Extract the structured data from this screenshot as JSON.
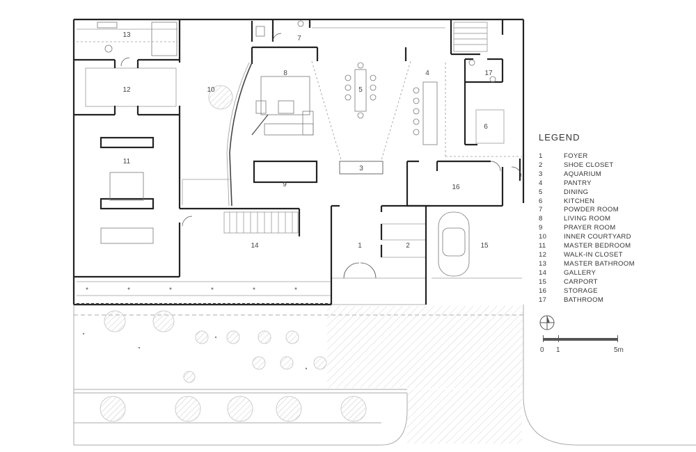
{
  "legend": {
    "title": "LEGEND",
    "items": [
      {
        "num": "1",
        "label": "FOYER"
      },
      {
        "num": "2",
        "label": "SHOE CLOSET"
      },
      {
        "num": "3",
        "label": "AQUARIUM"
      },
      {
        "num": "4",
        "label": "PANTRY"
      },
      {
        "num": "5",
        "label": "DINING"
      },
      {
        "num": "6",
        "label": "KITCHEN"
      },
      {
        "num": "7",
        "label": "POWDER ROOM"
      },
      {
        "num": "8",
        "label": "LIVING ROOM"
      },
      {
        "num": "9",
        "label": "PRAYER ROOM"
      },
      {
        "num": "10",
        "label": "INNER COURTYARD"
      },
      {
        "num": "11",
        "label": "MASTER BEDROOM"
      },
      {
        "num": "12",
        "label": "WALK-IN CLOSET"
      },
      {
        "num": "13",
        "label": "MASTER BATHROOM"
      },
      {
        "num": "14",
        "label": "GALLERY"
      },
      {
        "num": "15",
        "label": "CARPORT"
      },
      {
        "num": "16",
        "label": "STORAGE"
      },
      {
        "num": "17",
        "label": "BATHROOM"
      }
    ]
  },
  "scale": {
    "zero": "0",
    "one": "1",
    "five": "5m"
  },
  "rooms": {
    "r1": "1",
    "r2": "2",
    "r3": "3",
    "r4": "4",
    "r5": "5",
    "r6": "6",
    "r7": "7",
    "r8": "8",
    "r9": "9",
    "r10": "10",
    "r11": "11",
    "r12": "12",
    "r13": "13",
    "r14": "14",
    "r15": "15",
    "r16": "16",
    "r17": "17"
  },
  "colors": {
    "wall": "#222222",
    "line": "#9a9a9a",
    "hatch": "#c8c8c8"
  }
}
